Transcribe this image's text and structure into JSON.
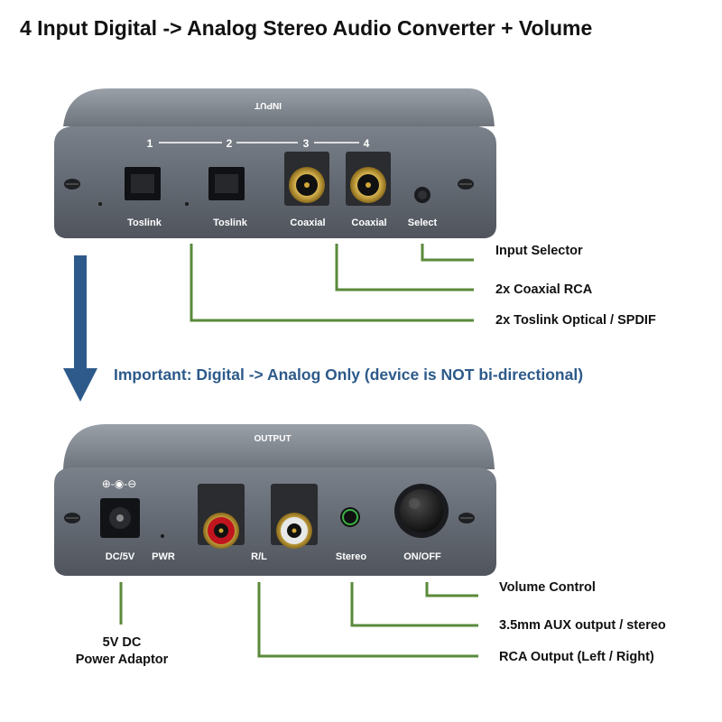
{
  "title": "4 Input Digital -> Analog Stereo Audio Converter + Volume",
  "important_note": "Important: Digital -> Analog Only (device is NOT bi-directional)",
  "input_panel": {
    "header": "INPUT",
    "numbers": [
      "1",
      "2",
      "3",
      "4"
    ],
    "port_labels": [
      "Toslink",
      "Toslink",
      "Coaxial",
      "Coaxial",
      "Select"
    ]
  },
  "output_panel": {
    "header": "OUTPUT",
    "polarity_symbol": "⊕-◉-⊖",
    "port_labels": [
      "DC/5V",
      "PWR",
      "R/L",
      "Stereo",
      "ON/OFF"
    ]
  },
  "callouts": {
    "input_selector": "Input Selector",
    "coaxial": "2x Coaxial RCA",
    "toslink": "2x Toslink Optical / SPDIF",
    "volume": "Volume Control",
    "aux": "3.5mm AUX output / stereo",
    "rca_output": "RCA Output  (Left / Right)",
    "power_line1": "5V DC",
    "power_line2": "Power Adaptor"
  },
  "colors": {
    "leader_line": "#5a8a3a",
    "arrow": "#2d5a8a",
    "important_text": "#2d5a8a",
    "device_body": "#6a707a",
    "rca_red": "#c0141e",
    "rca_white": "#e8e8e8",
    "rca_gold": "#b08a2a"
  }
}
